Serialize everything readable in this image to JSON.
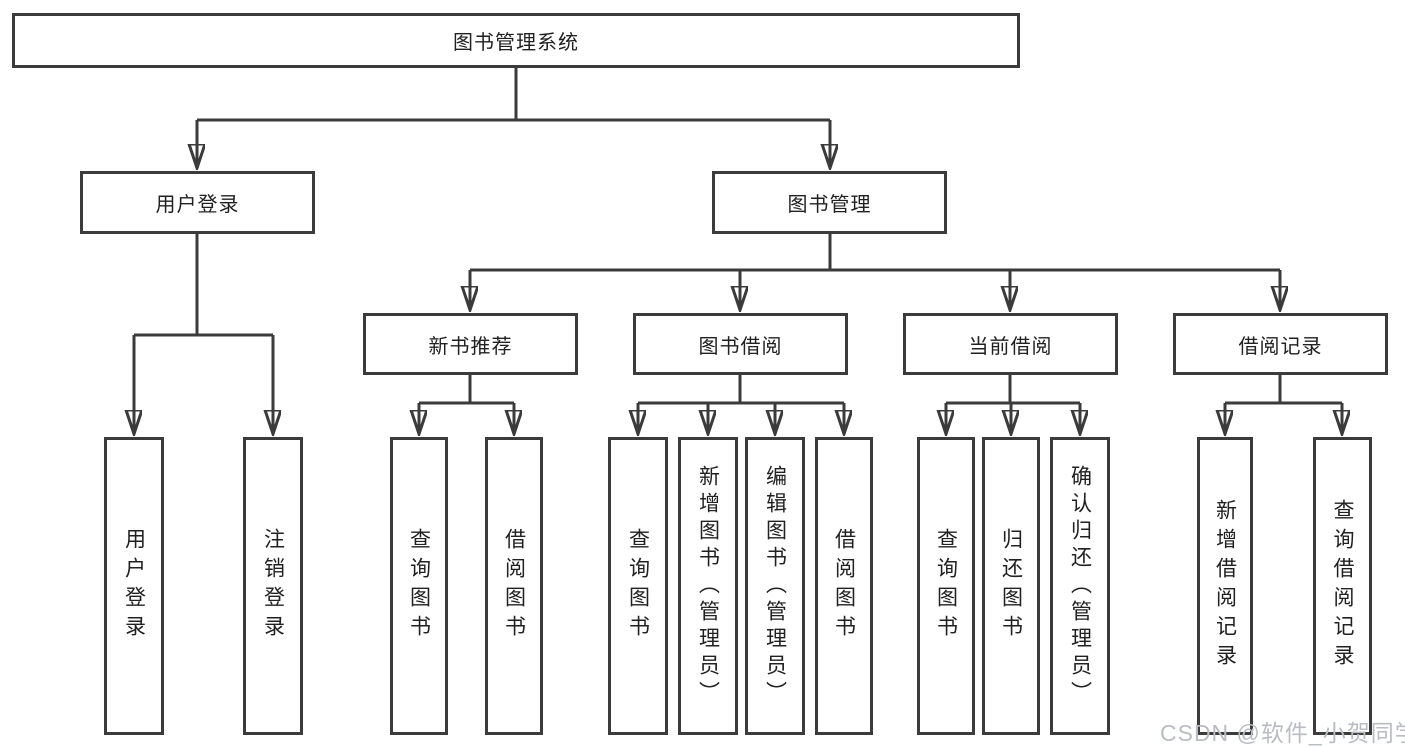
{
  "diagram": {
    "title": "图书管理系统",
    "root": {
      "label": "图书管理系统"
    },
    "level2": [
      {
        "id": "user-login-group",
        "label": "用户登录",
        "parent": "图书管理系统"
      },
      {
        "id": "book-management",
        "label": "图书管理",
        "parent": "图书管理系统"
      }
    ],
    "level3": [
      {
        "id": "new-book-recommendation",
        "label": "新书推荐",
        "parent": "图书管理"
      },
      {
        "id": "book-borrowing",
        "label": "图书借阅",
        "parent": "图书管理"
      },
      {
        "id": "current-borrowing",
        "label": "当前借阅",
        "parent": "图书管理"
      },
      {
        "id": "borrowing-records",
        "label": "借阅记录",
        "parent": "图书管理"
      }
    ],
    "leaves": [
      {
        "id": "user-login",
        "label": "用户登录",
        "parent": "用户登录"
      },
      {
        "id": "logout",
        "label": "注销登录",
        "parent": "用户登录"
      },
      {
        "id": "query-books-recommend",
        "label": "查询图书",
        "parent": "新书推荐"
      },
      {
        "id": "borrow-books-recommend",
        "label": "借阅图书",
        "parent": "新书推荐"
      },
      {
        "id": "query-books-borrow",
        "label": "查询图书",
        "parent": "图书借阅"
      },
      {
        "id": "add-books-admin",
        "label": "新增图书（管理员）",
        "parent": "图书借阅"
      },
      {
        "id": "edit-books-admin",
        "label": "编辑图书（管理员）",
        "parent": "图书借阅"
      },
      {
        "id": "borrow-books-borrow",
        "label": "借阅图书",
        "parent": "图书借阅"
      },
      {
        "id": "query-books-current",
        "label": "查询图书",
        "parent": "当前借阅"
      },
      {
        "id": "return-books",
        "label": "归还图书",
        "parent": "当前借阅"
      },
      {
        "id": "confirm-return-admin",
        "label": "确认归还（管理员）",
        "parent": "当前借阅"
      },
      {
        "id": "add-borrow-record",
        "label": "新增借阅记录",
        "parent": "借阅记录"
      },
      {
        "id": "query-borrow-record",
        "label": "查询借阅记录",
        "parent": "借阅记录"
      }
    ]
  },
  "watermark": {
    "text": "CSDN @软件_小贺同学"
  },
  "colors": {
    "line": "#3b3b3b",
    "box_border": "#3b3b3b",
    "text": "#212121",
    "watermark": "#b9bdc3",
    "background": "#ffffff"
  }
}
